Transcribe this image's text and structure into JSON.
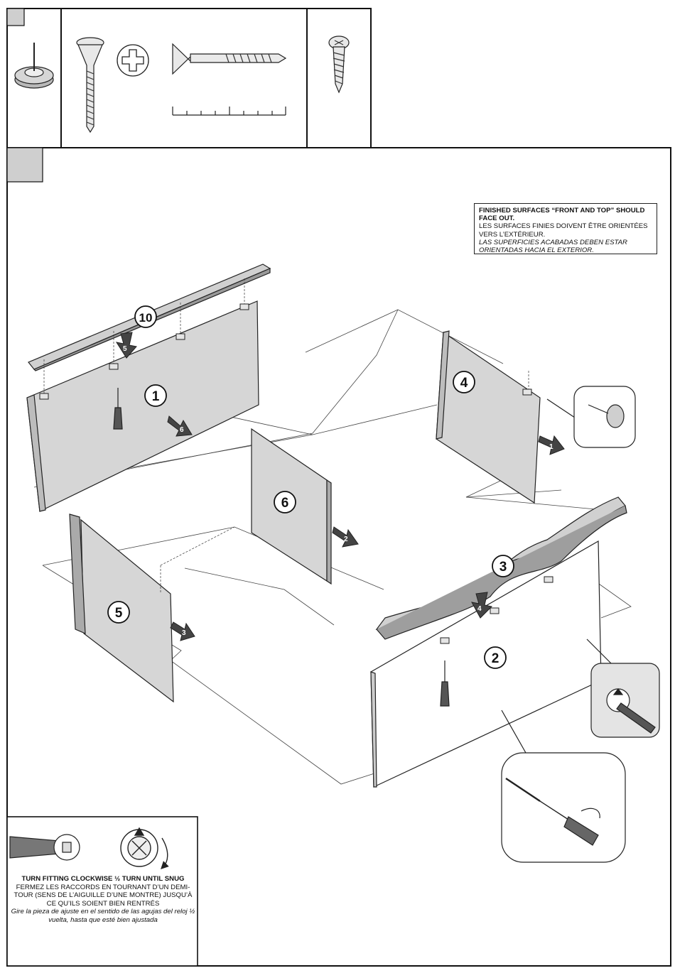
{
  "note": {
    "en": "FINISHED SURFACES “FRONT AND TOP” SHOULD FACE OUT.",
    "fr": "LES SURFACES FINIES DOIVENT ÊTRE ORIENTÉES VERS L’EXTÉRIEUR.",
    "es": "LAS SUPERFICIES ACABADAS DEBEN ESTAR ORIENTADAS HACIA EL EXTERIOR."
  },
  "turn": {
    "en": "TURN FITTING CLOCKWISE ½ TURN UNTIL SNUG",
    "fr": "FERMEZ LES RACCORDS EN TOURNANT D’UN DEMI-TOUR (SENS DE L’AIGUILLE D’UNE MONTRE) JUSQU’À CE QU’ILS SOIENT BIEN RENTRÉS",
    "es": "Gire la pieza de ajuste en el sentido de las agujas del reloj ½ vuelta, hasta que esté bien ajustada"
  },
  "parts": {
    "p1": "1",
    "p2": "2",
    "p3": "3",
    "p4": "4",
    "p5": "5",
    "p6": "6",
    "p10": "10"
  },
  "arrows": {
    "a1": "1",
    "a2": "2",
    "a3": "3",
    "a4": "4",
    "a5": "5",
    "a6": "6"
  }
}
